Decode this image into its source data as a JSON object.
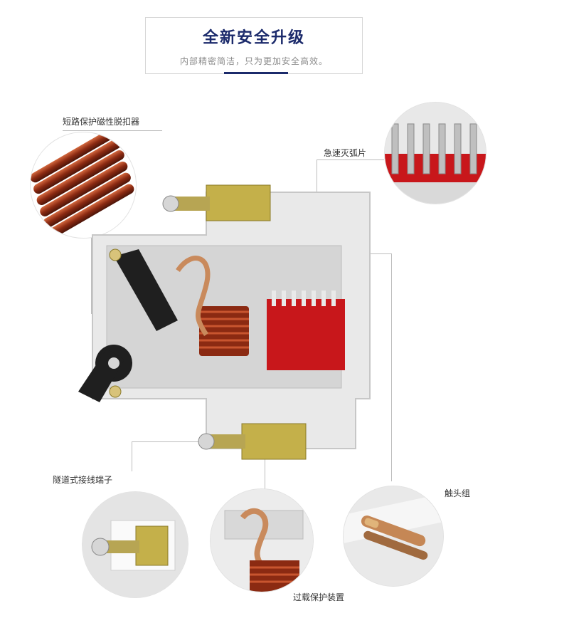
{
  "header": {
    "title": "全新安全升级",
    "subtitle": "内部精密简洁，只为更加安全高效。"
  },
  "labels": {
    "coil_release": "短路保护磁性脱扣器",
    "arc_chute": "急速灭弧片",
    "tunnel_terminal": "隧道式接线端子",
    "contact_group": "触头组",
    "overload_protection": "过载保护装置"
  },
  "colors": {
    "title_blue": "#1b2a6b",
    "coil_copper": "#8b2a12",
    "arc_red": "#c8171b",
    "housing": "#e9e9e9",
    "lever_black": "#1f1f1f"
  }
}
